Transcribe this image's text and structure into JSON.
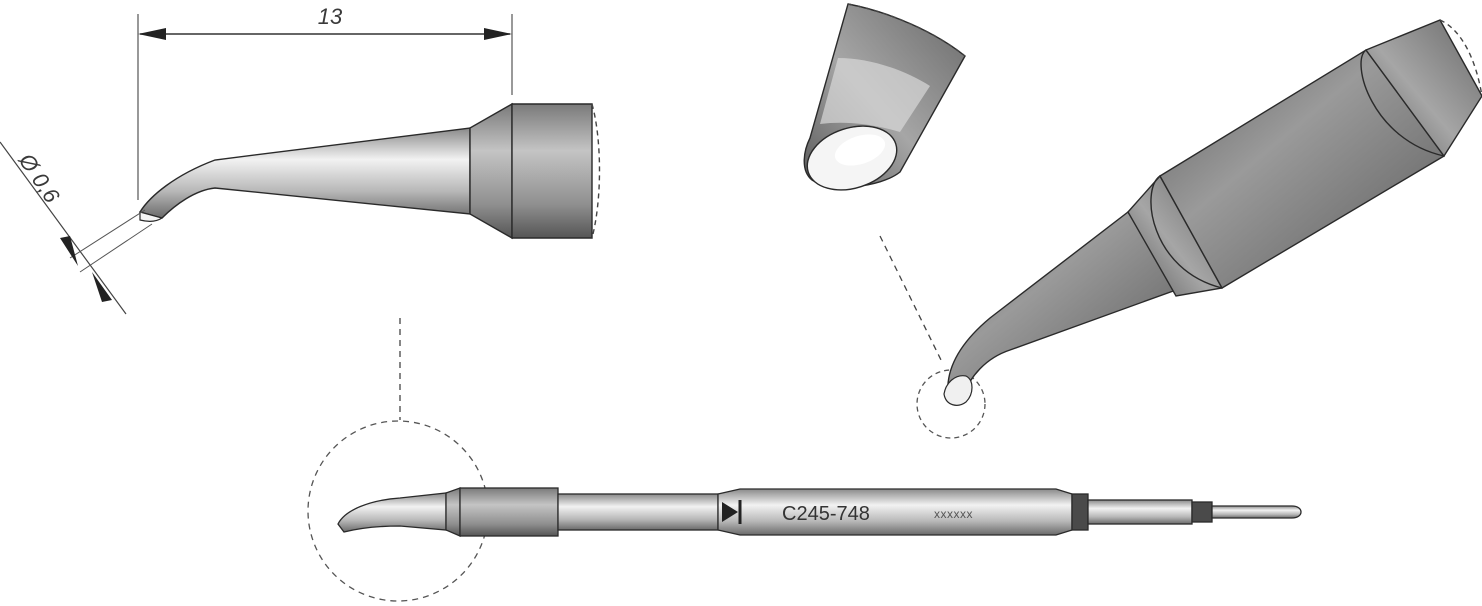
{
  "dimensions": {
    "length": "13",
    "diameter": "Ø 0,6"
  },
  "tip_label": {
    "model": "C245-748",
    "serial": "xxxxxx"
  },
  "colors": {
    "body_dark": "#6e6e6e",
    "body_mid": "#9c9c9c",
    "body_light": "#e8e8e8",
    "outline": "#2a2a2a",
    "accent_band": "#4a4a4a"
  }
}
